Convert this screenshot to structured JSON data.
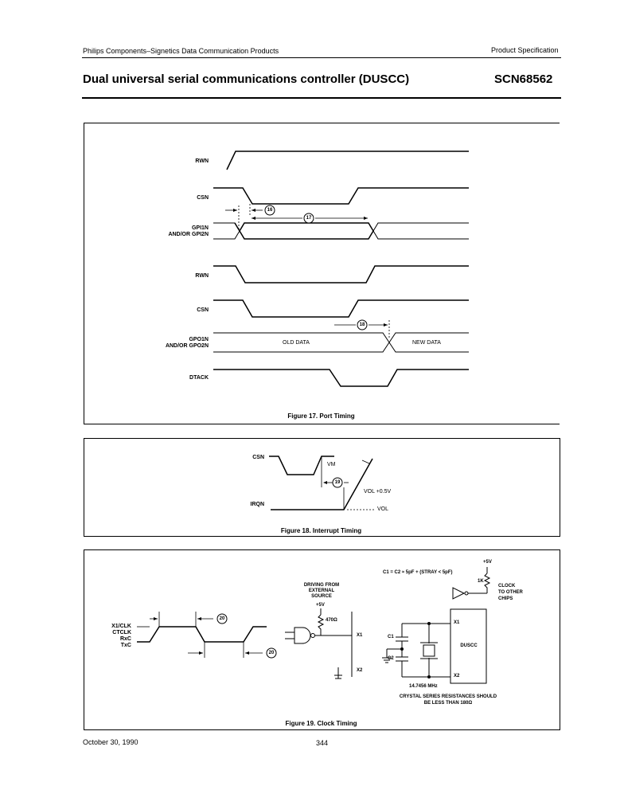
{
  "header": {
    "company": "Philips Components–Signetics Data Communication Products",
    "spec_type": "Product Specification",
    "title": "Dual universal serial communications controller (DUSCC)",
    "part_number": "SCN68562"
  },
  "figure17": {
    "caption": "Figure 17. Port Timing",
    "labels": {
      "rwn1": "RWN",
      "csn1": "CSN",
      "gpi_a": "GPI1N",
      "gpi_b": "AND/OR GPI2N",
      "rwn2": "RWN",
      "csn2": "CSN",
      "gpo_a": "GPO1N",
      "gpo_b": "AND/OR GPO2N",
      "dtack": "DTACK"
    },
    "markers": [
      "16",
      "17",
      "18"
    ],
    "old_data": "OLD DATA",
    "new_data": "NEW DATA"
  },
  "figure18": {
    "caption": "Figure 18. Interrupt Timing",
    "labels": {
      "csn": "CSN",
      "irqn": "IRQN"
    },
    "marker": "19",
    "vm": "VM",
    "vol_plus": "VOL +0.5V",
    "vol": "VOL"
  },
  "figure19": {
    "caption": "Figure 19. Clock Timing",
    "clock_labels": [
      "X1/CLK",
      "CTCLK",
      "RxC",
      "TxC"
    ],
    "markers": [
      "20",
      "20"
    ],
    "driving_from": [
      "DRIVING FROM",
      "EXTERNAL",
      "SOURCE"
    ],
    "plus5v": "+5V",
    "r470": "470Ω",
    "x1": "X1",
    "x2": "X2",
    "cap_equation": "C1 = C2 ≈ 5pF + (STRAY < 5pF)",
    "plus5v_right": "+5V",
    "r1k": "1K",
    "clock_to_other": [
      "CLOCK",
      "TO OTHER",
      "CHIPS"
    ],
    "c1": "C1",
    "c2": "C2",
    "duscc": "DUSCC",
    "x1_chip": "X1",
    "x2_chip": "X2",
    "freq": "14.7456 MHz",
    "crystal_note": [
      "CRYSTAL SERIES RESISTANCES SHOULD",
      "BE LESS THAN 180Ω"
    ]
  },
  "footer": {
    "date": "October 30, 1990",
    "page": "344"
  }
}
